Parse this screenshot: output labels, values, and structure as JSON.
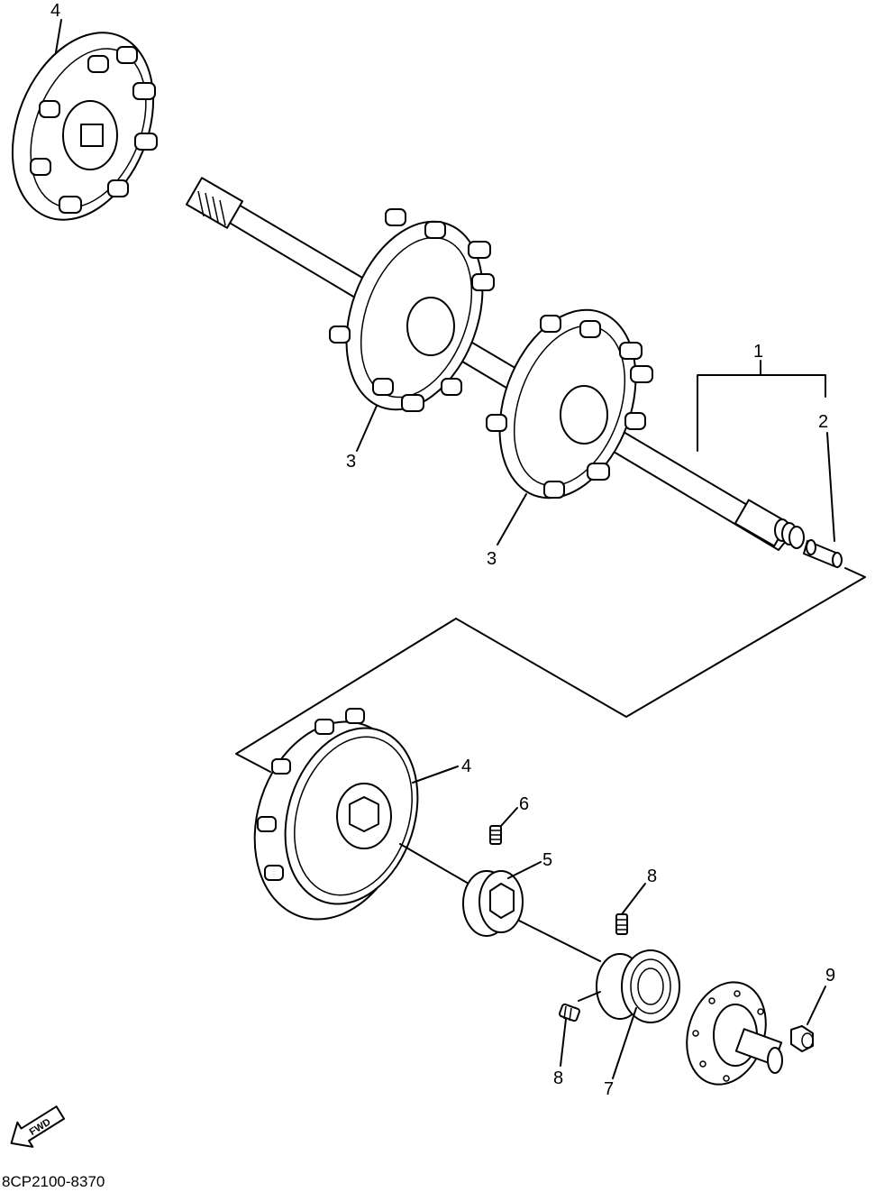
{
  "diagram_code": "8CP2100-8370",
  "fwd_label": "FWD",
  "callouts": {
    "c1": "1",
    "c2": "2",
    "c3a": "3",
    "c3b": "3",
    "c4a": "4",
    "c4b": "4",
    "c5": "5",
    "c6": "6",
    "c7": "7",
    "c8a": "8",
    "c8b": "8",
    "c9": "9"
  }
}
